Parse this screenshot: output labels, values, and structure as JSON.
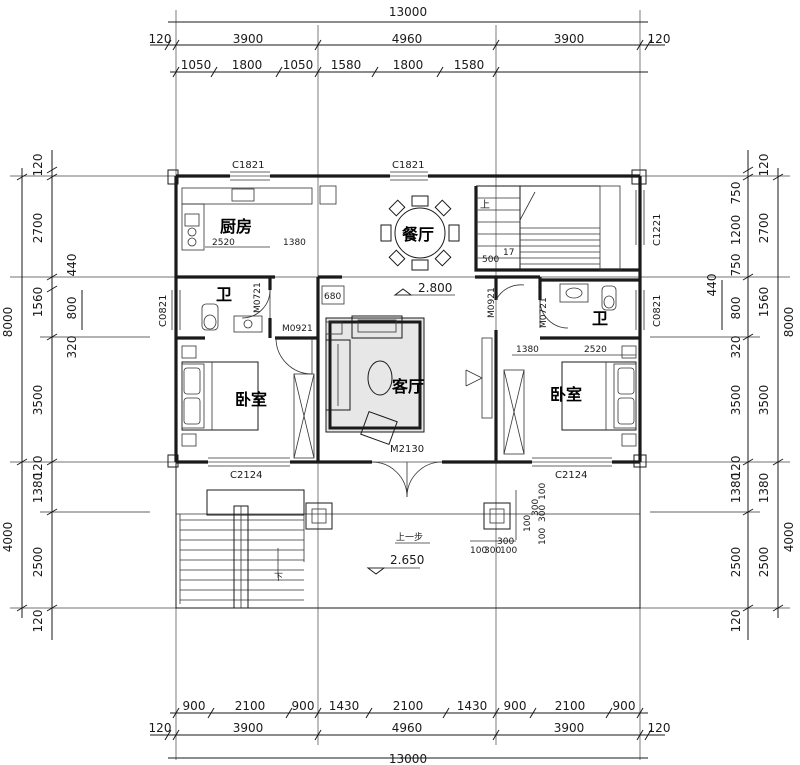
{
  "dimensions": {
    "top_total": "13000",
    "top_row1": [
      "120",
      "3900",
      "4960",
      "3900",
      "120"
    ],
    "top_row2": [
      "1050",
      "1800",
      "1050",
      "1580",
      "1800",
      "1580"
    ],
    "bottom_row1": [
      "900",
      "2100",
      "900",
      "1430",
      "2100",
      "1430",
      "900",
      "2100",
      "900"
    ],
    "bottom_row2": [
      "120",
      "3900",
      "4960",
      "3900",
      "120"
    ],
    "bottom_total": "13000",
    "left_row1": [
      "120",
      "2700",
      "440",
      "1560",
      "320",
      "3500",
      "120",
      "1380",
      "2500",
      "120"
    ],
    "left_row2_a": "800",
    "left_totals": [
      "8000",
      "4000"
    ],
    "right_row1": [
      "120",
      "750",
      "1200",
      "750",
      "440",
      "800",
      "320",
      "3500",
      "120",
      "1380",
      "2500",
      "120"
    ],
    "right_row2": [
      "2700",
      "1560",
      "3500",
      "1380",
      "2500"
    ],
    "right_totals": [
      "8000",
      "4000"
    ]
  },
  "rooms": {
    "kitchen": "厨房",
    "dining": "餐厅",
    "bath_left": "卫",
    "bath_right": "卫",
    "bedroom_left": "卧室",
    "bedroom_right": "卧室",
    "living": "客厅"
  },
  "tags": {
    "win_top_left": "C1821",
    "win_top_mid": "C1821",
    "win_right_stair": "C1221",
    "win_left_bath": "C0821",
    "win_right_bath": "C0821",
    "win_bed_left": "C2124",
    "win_bed_right": "C2124",
    "door_bath_left_a": "M0721",
    "door_bath_left_b": "M0921",
    "door_bath_right_a": "M0921",
    "door_bath_right_b": "M0721",
    "door_main": "M2130"
  },
  "inner_dims": {
    "k_2520": "2520",
    "k_1380": "1380",
    "s_680": "680",
    "s_500": "500",
    "s_17": "17",
    "r_1380": "1380",
    "r_2520": "2520",
    "e_100a": "100",
    "e_300a": "300",
    "e_100b": "100",
    "e_300b": "300",
    "e_100c": "100",
    "e_300c": "300",
    "e_100d": "100",
    "e_300d": "300",
    "e_100e": "100"
  },
  "levels": {
    "floor_main": "2.800",
    "floor_porch": "2.650"
  },
  "notes": {
    "up_stair": "上",
    "down_stair": "下",
    "up_step": "上一步"
  }
}
